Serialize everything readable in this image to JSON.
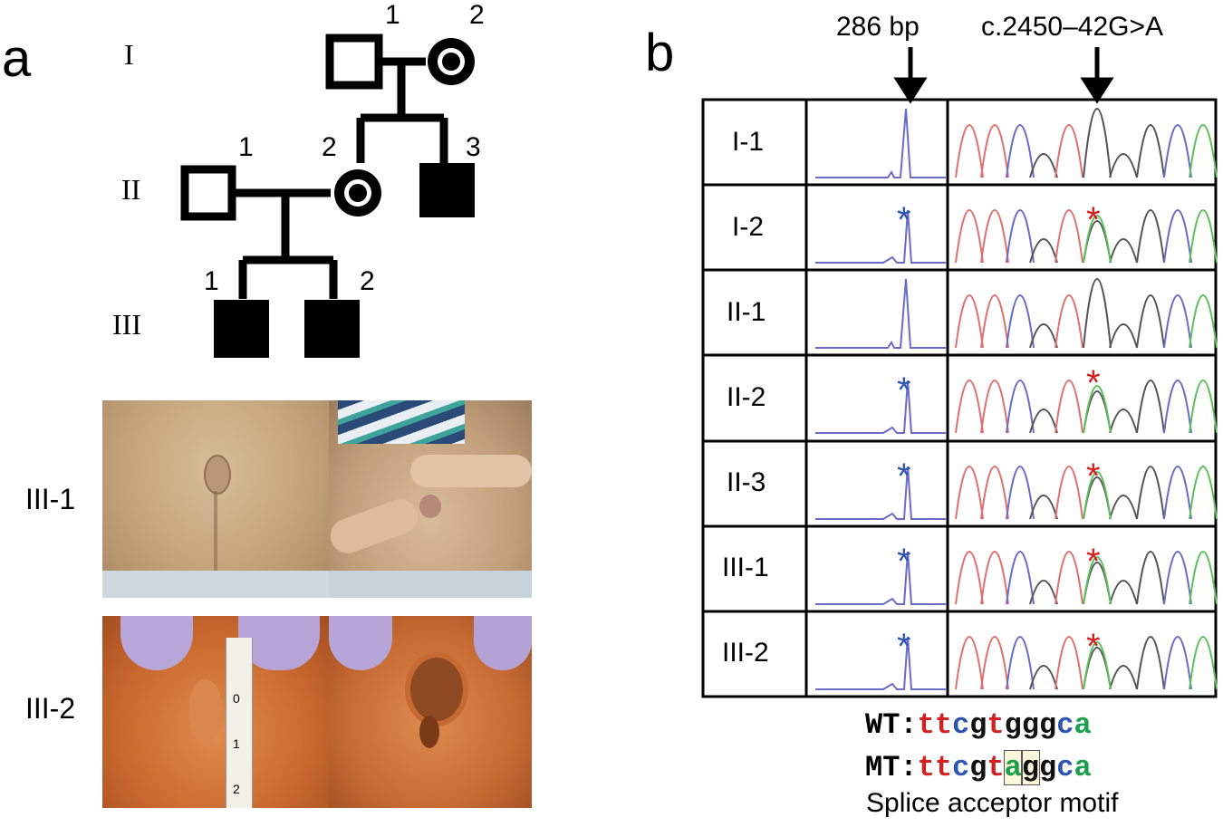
{
  "panel_a": {
    "letter": "a",
    "generations": [
      "I",
      "II",
      "III"
    ],
    "individuals": [
      {
        "id": "I-1",
        "number": "1",
        "sex": "male",
        "status": "unaffected"
      },
      {
        "id": "I-2",
        "number": "2",
        "sex": "female",
        "status": "carrier"
      },
      {
        "id": "II-1",
        "number": "1",
        "sex": "male",
        "status": "unaffected"
      },
      {
        "id": "II-2",
        "number": "2",
        "sex": "female",
        "status": "carrier"
      },
      {
        "id": "II-3",
        "number": "3",
        "sex": "male",
        "status": "affected"
      },
      {
        "id": "III-1",
        "number": "1",
        "sex": "male",
        "status": "affected"
      },
      {
        "id": "III-2",
        "number": "2",
        "sex": "male",
        "status": "affected"
      }
    ],
    "photo_labels": [
      "III-1",
      "III-2"
    ],
    "ruler_marks": [
      "0",
      "1",
      "2"
    ]
  },
  "panel_b": {
    "letter": "b",
    "arrow_labels": [
      "286 bp",
      "c.2450–42G>A"
    ],
    "rows": [
      {
        "label": "I-1",
        "blue_star": false,
        "red_star": false
      },
      {
        "label": "I-2",
        "blue_star": true,
        "red_star": true
      },
      {
        "label": "II-1",
        "blue_star": false,
        "red_star": false
      },
      {
        "label": "II-2",
        "blue_star": true,
        "red_star": true
      },
      {
        "label": "II-3",
        "blue_star": true,
        "red_star": true
      },
      {
        "label": "III-1",
        "blue_star": true,
        "red_star": true
      },
      {
        "label": "III-2",
        "blue_star": true,
        "red_star": true
      }
    ],
    "star": "*",
    "wt": {
      "prefix": "WT:",
      "sequence": "ttcgtgggca"
    },
    "mt": {
      "prefix": "MT:",
      "sequence": "ttcgtaggca"
    },
    "caption": "Splice acceptor motif"
  },
  "colors": {
    "nucleotide_t": "#d42020",
    "nucleotide_c": "#2f55b0",
    "nucleotide_g": "#111111",
    "nucleotide_a": "#1aa04a",
    "peak_red": "#e07070",
    "peak_blue": "#6a6ac8",
    "peak_black": "#555555",
    "peak_green": "#5cc05c",
    "star_blue": "#2f55b0",
    "star_red": "#d42020"
  }
}
